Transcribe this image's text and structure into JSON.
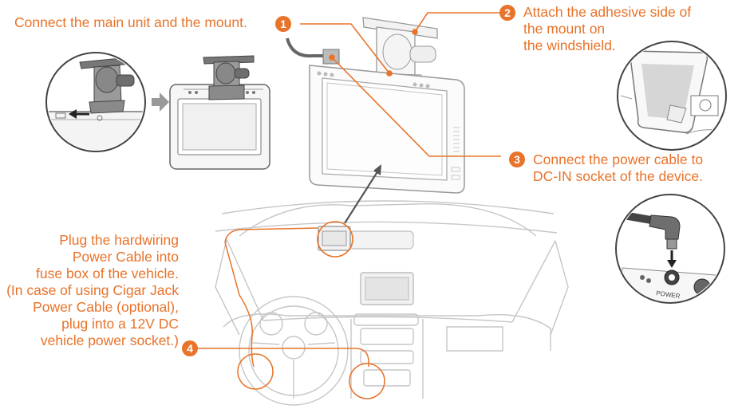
{
  "steps": [
    {
      "number": "1",
      "text": "Connect the main unit and the mount."
    },
    {
      "number": "2",
      "line1": "Attach the adhesive side of",
      "line2": "the mount on",
      "line3": "the windshield."
    },
    {
      "number": "3",
      "line1": "Connect the power cable to",
      "line2": "DC-IN socket of the device."
    },
    {
      "number": "4",
      "line1": "Plug the hardwiring",
      "line2": "Power Cable into",
      "line3": "fuse box of the vehicle.",
      "line4": "(In case of using Cigar Jack",
      "line5": "Power Cable (optional),",
      "line6": "plug into a 12V DC",
      "line7": "vehicle power socket.)"
    }
  ],
  "socket_label": "POWER",
  "colors": {
    "accent": "#e8732a",
    "line": "#555555",
    "light": "#bbbbbb"
  }
}
